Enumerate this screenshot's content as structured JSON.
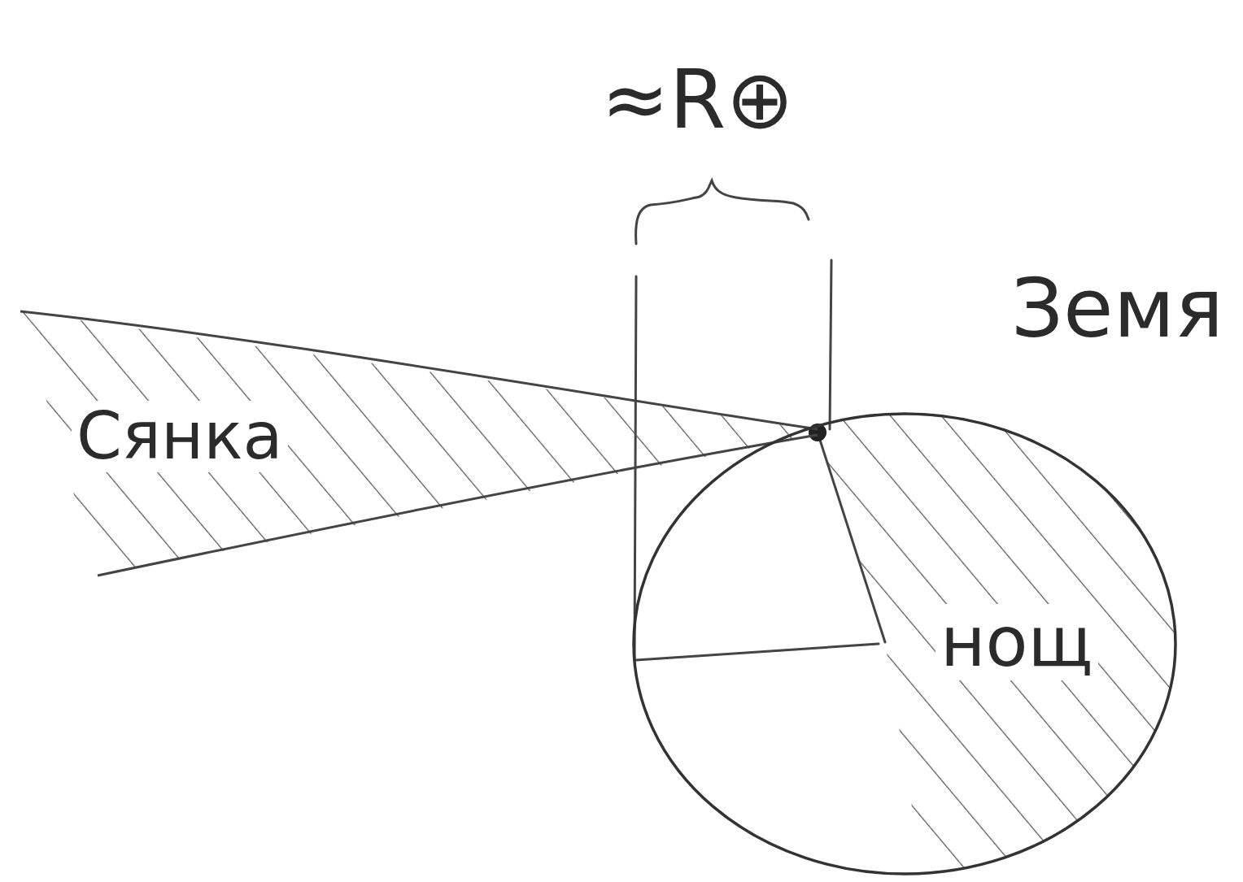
{
  "diagram": {
    "nodes": [
      {
        "text": [
          "Сянка"
        ]
      },
      {
        "text": [
          "Земя",
          "нощ"
        ]
      }
    ],
    "labels": [
      "≈R⊕"
    ]
  }
}
